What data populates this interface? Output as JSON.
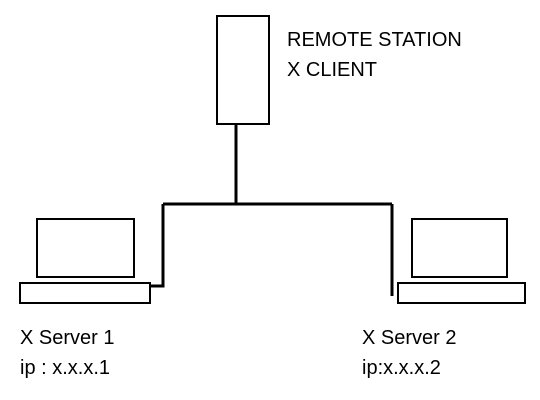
{
  "remote": {
    "line1": "REMOTE STATION",
    "line2": "X CLIENT"
  },
  "server1": {
    "name": "X Server 1",
    "ip": "ip : x.x.x.1"
  },
  "server2": {
    "name": "X Server 2",
    "ip": "ip:x.x.x.2"
  },
  "colors": {
    "stroke": "#000000",
    "background": "#ffffff"
  }
}
